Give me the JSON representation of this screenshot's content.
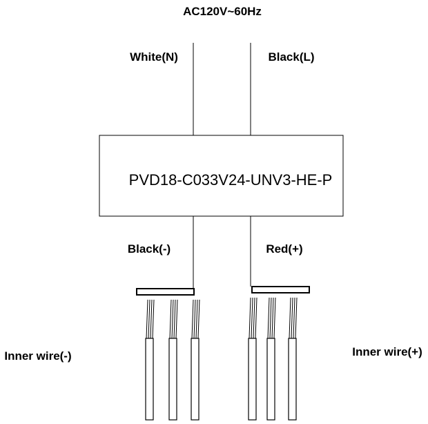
{
  "supply": {
    "label": "AC120V~60Hz"
  },
  "input": {
    "neutral_label": "White(N)",
    "line_label": "Black(L)"
  },
  "driver": {
    "model": "PVD18-C033V24-UNV3-HE-P"
  },
  "output": {
    "negative_label": "Black(-)",
    "positive_label": "Red(+)"
  },
  "inner_wires": {
    "negative_label": "Inner wire(-)",
    "positive_label": "Inner wire(+)"
  }
}
